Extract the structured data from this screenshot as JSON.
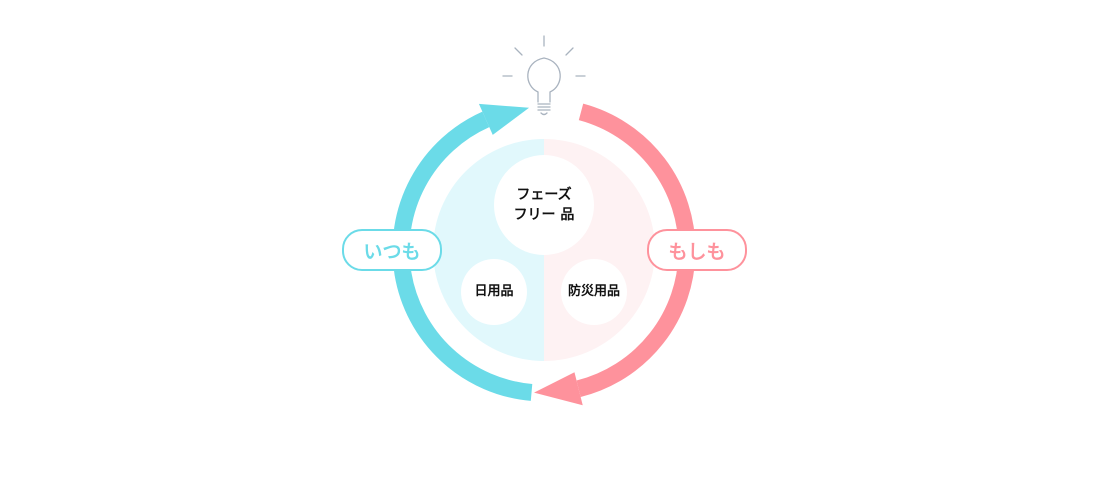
{
  "diagram": {
    "center_label": "フェーズ\nフリー 品",
    "left_item": "日用品",
    "right_item": "防災用品",
    "left_pill": "いつも",
    "right_pill": "もしも",
    "icon": "lightbulb-icon"
  },
  "colors": {
    "cyan": "#6bdbe8",
    "pink": "#fe929c",
    "cyan_bg": "#e1f8fc",
    "pink_bg": "#fef2f3",
    "bulb": "#a9b3bf"
  }
}
